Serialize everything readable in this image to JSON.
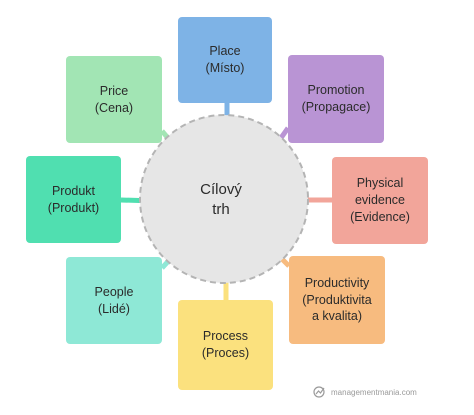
{
  "center": {
    "label": "Cílový\ntrh",
    "fill": "#e6e6e6",
    "stroke": "#b4b4b4"
  },
  "nodes": [
    {
      "id": "place",
      "label": "Place\n(Místo)",
      "color": "#7eb3e6"
    },
    {
      "id": "promotion",
      "label": "Promotion\n(Propagace)",
      "color": "#b994d4"
    },
    {
      "id": "physical",
      "label": "Physical\nevidence\n(Evidence)",
      "color": "#f2a59a"
    },
    {
      "id": "productivity",
      "label": "Productivity\n(Produktivita\na kvalita)",
      "color": "#f7bb7f"
    },
    {
      "id": "process",
      "label": "Process\n(Proces)",
      "color": "#fbe17e"
    },
    {
      "id": "people",
      "label": "People\n(Lidé)",
      "color": "#8ee8d6"
    },
    {
      "id": "produkt",
      "label": "Produkt\n(Produkt)",
      "color": "#50dfb0"
    },
    {
      "id": "price",
      "label": "Price\n(Cena)",
      "color": "#a2e5b4"
    }
  ],
  "watermark": {
    "text": "managementmania.com"
  }
}
